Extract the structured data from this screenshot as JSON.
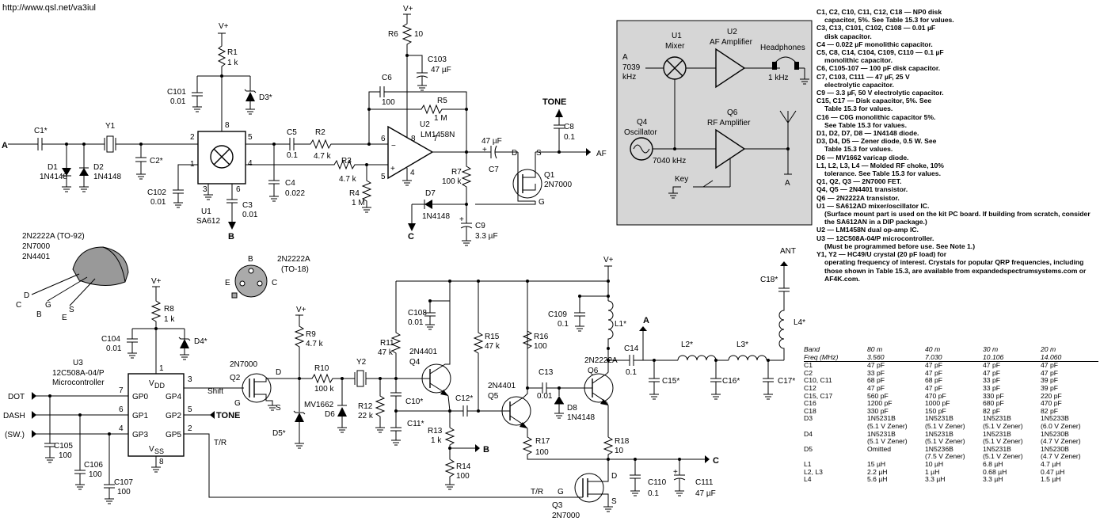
{
  "url": "http://www.qsl.net/va3iul",
  "labels": {
    "vplus": "V+",
    "r1": "R1",
    "r1v": "1 k",
    "c101": "C101",
    "c101v": "0.01",
    "d3": "D3*",
    "u1pin8": "8",
    "u1pin2": "2",
    "u1pin1": "1",
    "u1pin5": "5",
    "u1pin4": "4",
    "u1pin3": "3",
    "u1pin6": "6",
    "c1": "C1*",
    "y1": "Y1",
    "c2": "C2*",
    "d1": "D1",
    "d1v": "1N4148",
    "d2": "D2",
    "d2v": "1N4148",
    "c102": "C102",
    "c102v": "0.01",
    "c3": "C3",
    "c3v": "0.01",
    "u1": "U1",
    "u1v": "SA612",
    "b": "B",
    "c5": "C5",
    "c5v": "0.1",
    "r2": "R2",
    "r2v": "4.7 k",
    "r3": "R3",
    "r3v": "4.7 k",
    "c4": "C4",
    "c4v": "0.022",
    "r4": "R4",
    "r4v": "1 M",
    "r6": "R6",
    "r6v": "10",
    "c103": "C103",
    "c103v": "47 µF",
    "c6": "C6",
    "c6v": "100",
    "r5": "R5",
    "r5v": "1 M",
    "u2": "U2",
    "u2v": "LM1458N",
    "pin6": "6",
    "pin8": "8",
    "pin7": "7",
    "pin5": "5",
    "pin4": "4",
    "tone": "TONE",
    "c8": "C8",
    "c8v": "0.1",
    "c7cap": "47 µF",
    "c7": "C7",
    "d": "D",
    "s": "S",
    "g": "G",
    "af": "AF",
    "q1": "Q1",
    "q1v": "2N7000",
    "r7": "R7",
    "r7v": "100 k",
    "d7": "D7",
    "d7v": "1N4148",
    "c9": "C9",
    "c9v": "3.3 µF",
    "c": "C",
    "pkg1": "2N2222A (TO-92)",
    "pkg2": "2N7000",
    "pkg3": "2N4401",
    "pkgC": "C",
    "pkgD": "D",
    "pkgB": "B",
    "pkgG": "G",
    "pkgE": "E",
    "pkgS": "S",
    "to18a": "2N2222A",
    "to18b": "(TO-18)",
    "to18B": "B",
    "to18E": "E",
    "to18C": "C",
    "r8": "R8",
    "r8v": "1 k",
    "c104": "C104",
    "c104v": "0.01",
    "d4": "D4*",
    "u3": "U3",
    "u3v": "12C508A-04/P",
    "u3m": "Microcontroller",
    "vdd": "V",
    "vddsub": "DD",
    "vss": "V",
    "vsssub": "SS",
    "u3pin1": "1",
    "u3pin7": "7",
    "u3pin6": "6",
    "u3pin4": "4",
    "u3pin3": "3",
    "u3pin5": "5",
    "u3pin2": "2",
    "u3pin8": "8",
    "gp0": "GP0",
    "gp1": "GP1",
    "gp3": "GP3",
    "gp4": "GP4",
    "gp2": "GP2",
    "gp5": "GP5",
    "dot": "DOT",
    "dash": "DASH",
    "sw": "(SW.)",
    "shift": "Shift",
    "tone2": "TONE",
    "tr": "T/R",
    "c105": "C105",
    "c105v": "100",
    "c106": "C106",
    "c106v": "100",
    "c107": "C107",
    "c107v": "100",
    "q2lbl": "2N7000",
    "q2": "Q2",
    "r9": "R9",
    "r9v": "4.7 k",
    "r10": "R10",
    "r10v": "100 k",
    "mv": "MV1662",
    "d6": "D6",
    "d5": "D5*",
    "y2": "Y2",
    "r12": "R12",
    "r12v": "22 k",
    "c108": "C108",
    "c108v": "0.01",
    "r11": "R11",
    "r11v": "47 k",
    "q4a": "2N4401",
    "q4": "Q4",
    "c10": "C10*",
    "c11": "C11*",
    "c12": "C12*",
    "r13": "R13",
    "r13v": "1 k",
    "r14": "R14",
    "r14v": "100",
    "r15": "R15",
    "r15v": "47 k",
    "r16": "R16",
    "r16v": "100",
    "q5a": "2N4401",
    "q5": "Q5",
    "c13": "C13",
    "c13v": "0.01",
    "d8": "D8",
    "d8v": "1N4148",
    "r17": "R17",
    "r17v": "100",
    "c109": "C109",
    "c109v": "0.1",
    "l1": "L1*",
    "q6a": "2N2222A",
    "q6": "Q6",
    "r18": "R18",
    "r18v": "10",
    "c14": "C14",
    "c14v": "0.1",
    "a": "A",
    "l2": "L2*",
    "l3": "L3*",
    "c15": "C15*",
    "c16": "C16*",
    "c17": "C17*",
    "c18": "C18*",
    "ant": "ANT",
    "l4": "L4*",
    "c110": "C110",
    "c110v": "0.1",
    "c111": "C111",
    "c111v": "47 µF",
    "q3tr": "T/R",
    "q3": "Q3",
    "q3v": "2N7000"
  },
  "block": {
    "a": "A",
    "afreq": "7039",
    "akhz": "kHz",
    "u1": "U1",
    "mixer": "Mixer",
    "u2": "U2",
    "afamp": "AF Amplifier",
    "headphones": "Headphones",
    "khz1": "1 kHz",
    "q4": "Q4",
    "osc": "Oscillator",
    "q6": "Q6",
    "rfamp": "RF Amplifier",
    "freq": "7040 kHz",
    "key": "Key",
    "a2": "A"
  },
  "notes": [
    {
      "head": "C1, C2, C10, C11, C12, C18 — NP0 disk",
      "cont": "capacitor, 5%. See Table 15.3 for values."
    },
    {
      "head": "C3, C13, C101, C102, C108 — 0.01 µF",
      "cont": "disk capacitor."
    },
    {
      "head": "C4 — 0.022 µF monolithic capacitor.",
      "cont": ""
    },
    {
      "head": "C5, C8, C14, C104, C109, C110 — 0.1 µF",
      "cont": "monolithic capacitor."
    },
    {
      "head": "C6, C105-107 — 100 pF disk capacitor.",
      "cont": ""
    },
    {
      "head": "C7, C103, C111 — 47 µF, 25 V",
      "cont": "electrolytic capacitor."
    },
    {
      "head": "C9 — 3.3 µF, 50 V electrolytic capacitor.",
      "cont": ""
    },
    {
      "head": "C15, C17 — Disk capacitor, 5%. See",
      "cont": "Table 15.3 for values."
    },
    {
      "head": "C16 — C0G monolithic capacitor 5%.",
      "cont": "See Table 15.3 for values."
    },
    {
      "head": "D1, D2, D7, D8 — 1N4148 diode.",
      "cont": ""
    },
    {
      "head": "D3, D4, D5 — Zener diode, 0.5 W. See",
      "cont": "Table 15.3 for values."
    },
    {
      "head": "D6 — MV1662 varicap diode.",
      "cont": ""
    },
    {
      "head": "L1, L2, L3, L4 — Molded RF choke, 10%",
      "cont": "tolerance. See Table 15.3 for values."
    },
    {
      "head": "Q1, Q2, Q3 — 2N7000 FET.",
      "cont": ""
    },
    {
      "head": "Q4, Q5 — 2N4401 transistor.",
      "cont": ""
    },
    {
      "head": "Q6 — 2N2222A transistor.",
      "cont": ""
    },
    {
      "head": "U1 — SA612AD mixer/oscillator IC.",
      "cont": "(Surface mount part is used on the kit PC board. If building from scratch, consider the SA612AN in a DIP package.)"
    },
    {
      "head": "U2 — LM1458N dual op-amp IC.",
      "cont": ""
    },
    {
      "head": "U3 — 12C508A-04/P microcontroller.",
      "cont": "(Must be programmed before use. See Note 1.)"
    },
    {
      "head": "Y1, Y2 — HC49/U crystal (20 pF load) for",
      "cont": "operating frequency of interest. Crystals for popular QRP frequencies, including those shown in Table 15.3, are available from expandedspectrumsystems.com or AF4K.com."
    }
  ],
  "table": {
    "header": [
      "Band",
      "80 m",
      "40 m",
      "30 m",
      "20 m"
    ],
    "header2": [
      "Freq (MHz)",
      "3.560",
      "7.030",
      "10.106",
      "14.060"
    ],
    "rows": [
      [
        "C1",
        "47 pF",
        "47 pF",
        "47 pF",
        "47 pF"
      ],
      [
        "C2",
        "33 pF",
        "47 pF",
        "47 pF",
        "47 pF"
      ],
      [
        "C10, C11",
        "68 pF",
        "68 pF",
        "33 pF",
        "39 pF"
      ],
      [
        "C12",
        "47 pF",
        "47 pF",
        "33 pF",
        "39 pF"
      ],
      [
        "C15, C17",
        "560 pF",
        "470 pF",
        "330 pF",
        "220 pF"
      ],
      [
        "C16",
        "1200 pF",
        "1000 pF",
        "680 pF",
        "470 pF"
      ],
      [
        "C18",
        "330 pF",
        "150 pF",
        "82 pF",
        "82 pF"
      ],
      [
        "D3",
        "1N5231B",
        "1N5231B",
        "1N5231B",
        "1N5233B"
      ],
      [
        "",
        "(5.1 V Zener)",
        "(5.1 V Zener)",
        "(5.1 V Zener)",
        "(6.0 V Zener)"
      ],
      [
        "D4",
        "1N5231B",
        "1N5231B",
        "1N5231B",
        "1N5230B"
      ],
      [
        "",
        "(5.1 V Zener)",
        "(5.1 V Zener)",
        "(5.1 V Zener)",
        "(4.7 V Zener)"
      ],
      [
        "D5",
        "Omitted",
        "1N5236B",
        "1N5231B",
        "1N5230B"
      ],
      [
        "",
        "",
        "(7.5 V Zener)",
        "(5.1 V Zener)",
        "(4.7 V Zener)"
      ],
      [
        "L1",
        "15 µH",
        "10 µH",
        "6.8 µH",
        "4.7 µH"
      ],
      [
        "L2, L3",
        "2.2 µH",
        "1 µH",
        "0.68 µH",
        "0.47 µH"
      ],
      [
        "L4",
        "5.6 µH",
        "3.3 µH",
        "3.3 µH",
        "1.5 µH"
      ]
    ]
  }
}
